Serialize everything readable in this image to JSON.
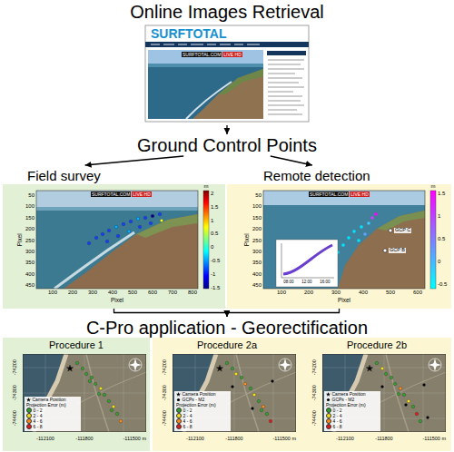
{
  "diagram": {
    "nodes": [
      {
        "text": [
          "Online Images Retrieval"
        ]
      },
      {
        "text": [
          "Ground Control Points"
        ]
      },
      {
        "text": [
          "Field survey"
        ]
      },
      {
        "text": [
          "Remote detection"
        ]
      },
      {
        "text": [
          "C-Pro application - Georectification"
        ]
      },
      {
        "text": [
          "Procedure 1"
        ]
      },
      {
        "text": [
          "Procedure 2a"
        ]
      },
      {
        "text": [
          "Procedure 2b"
        ]
      }
    ],
    "edges": [
      {
        "from": 0,
        "to": 1,
        "arrow": "to"
      },
      {
        "from": 1,
        "to": 2,
        "arrow": "to"
      },
      {
        "from": 1,
        "to": 3,
        "arrow": "to"
      },
      {
        "from": 2,
        "to": 4,
        "arrow": "to"
      },
      {
        "from": 3,
        "to": 4,
        "arrow": "to"
      }
    ],
    "labels": [
      "SURFTOTAL",
      "SURFTOTAL.COM",
      "LIVE HD",
      "50",
      "100",
      "150",
      "200",
      "250",
      "300",
      "350",
      "400",
      "450",
      "100",
      "200",
      "300",
      "400",
      "500",
      "600",
      "700",
      "800",
      "Pixel",
      "Pixel",
      "2",
      "1.5",
      "1",
      "0.5",
      "0",
      "-0.5",
      "-1",
      "-1.5",
      "m",
      "SURFTOTAL.COM",
      "LIVE HD",
      "50",
      "100",
      "150",
      "200",
      "250",
      "300",
      "350",
      "400",
      "450",
      "100",
      "200",
      "300",
      "400",
      "500",
      "600",
      "Pixel",
      "Pixel",
      "1.5",
      "1",
      "0.5",
      "0",
      "-0.5",
      "m",
      "SURFTOTAL.COM",
      "LIVE HD",
      "GCP C",
      "GCP B",
      "08:00",
      "12:00",
      "16:00",
      "-74200",
      "-74300",
      "-74400",
      "-112100",
      "-111800",
      "-111500 m",
      "Projection Error (m)",
      "-74200",
      "-74300",
      "-74400",
      "-112100",
      "-111800",
      "-111500 m",
      "Projection Error (m)",
      "-74200",
      "-74300",
      "-74400",
      "-112100",
      "-111800",
      "-111500 m",
      "Projection Error (m)"
    ],
    "legend": [
      {
        "text": "Camera Position"
      },
      {
        "text": "0 - 2",
        "color": "#33a02c"
      },
      {
        "text": "2 - 4",
        "color": "#f5e11b"
      },
      {
        "text": "4 - 6",
        "color": "#ff8c1a"
      },
      {
        "text": "6 - 8",
        "color": "#e31a1c"
      },
      {
        "text": "Camera Position"
      },
      {
        "text": "GCPs - M2"
      },
      {
        "text": "0 - 2",
        "color": "#33a02c"
      },
      {
        "text": "2 - 4",
        "color": "#f5e11b"
      },
      {
        "text": "4 - 6",
        "color": "#ff8c1a"
      },
      {
        "text": "6 - 8",
        "color": "#e31a1c"
      },
      {
        "text": "Camera Position"
      },
      {
        "text": "GCPs - M2"
      },
      {
        "text": "0 - 2",
        "color": "#33a02c"
      },
      {
        "text": "2 - 4",
        "color": "#f5e11b"
      },
      {
        "text": "4 - 6",
        "color": "#ff8c1a"
      },
      {
        "text": "6 - 8",
        "color": "#e31a1c"
      }
    ]
  }
}
